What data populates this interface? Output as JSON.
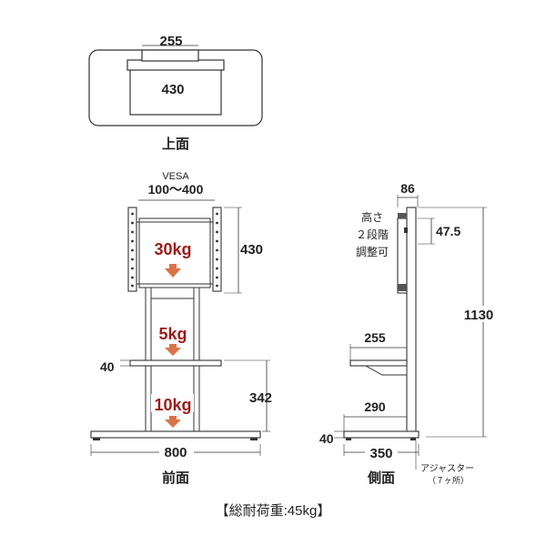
{
  "top_view": {
    "width_top": "255",
    "depth": "430",
    "caption": "上面"
  },
  "front_view": {
    "vesa_label": "VESA",
    "vesa_range": "100〜400",
    "mount_height": "430",
    "load_top": "30kg",
    "load_mid": "5kg",
    "load_bottom": "10kg",
    "shelf_thickness": "40",
    "lower_height": "342",
    "base_width": "800",
    "caption": "前面"
  },
  "side_view": {
    "top_depth": "86",
    "height_note_1": "高さ",
    "height_note_2": "２段階",
    "height_note_3": "調整可",
    "offset": "47.5",
    "total_height": "1130",
    "shelf_depth": "255",
    "base_mid_depth": "290",
    "base_thickness": "40",
    "base_depth": "350",
    "adjuster_label": "アジャスター",
    "adjuster_count": "（７ヶ所）",
    "caption": "側面"
  },
  "total_load": "【総耐荷重:45kg】",
  "colors": {
    "load_text": "#9b1c18",
    "arrow": "#d9734a",
    "line": "#333333"
  }
}
